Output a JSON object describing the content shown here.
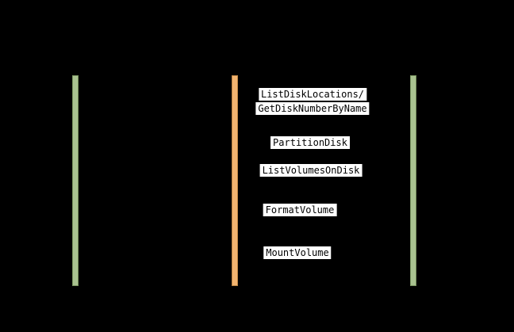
{
  "diagram": {
    "type": "sequence-diagram",
    "background_color": "#000000",
    "lifelines": [
      {
        "position": "left",
        "bar_color": "#a9c290",
        "bar_border_color": "#79935f"
      },
      {
        "position": "middle",
        "bar_color": "#f2b470",
        "bar_border_color": "#bb8443"
      },
      {
        "position": "right",
        "bar_color": "#a9c290",
        "bar_border_color": "#79935f"
      }
    ]
  },
  "messages": {
    "m1_line1": "ListDiskLocations/",
    "m1_line2": "GetDiskNumberByName",
    "m2": "PartitionDisk",
    "m3": "ListVolumesOnDisk",
    "m4": "FormatVolume",
    "m5": "MountVolume"
  },
  "label_style": {
    "text_color": "#000000",
    "background_color": "#ffffff"
  }
}
